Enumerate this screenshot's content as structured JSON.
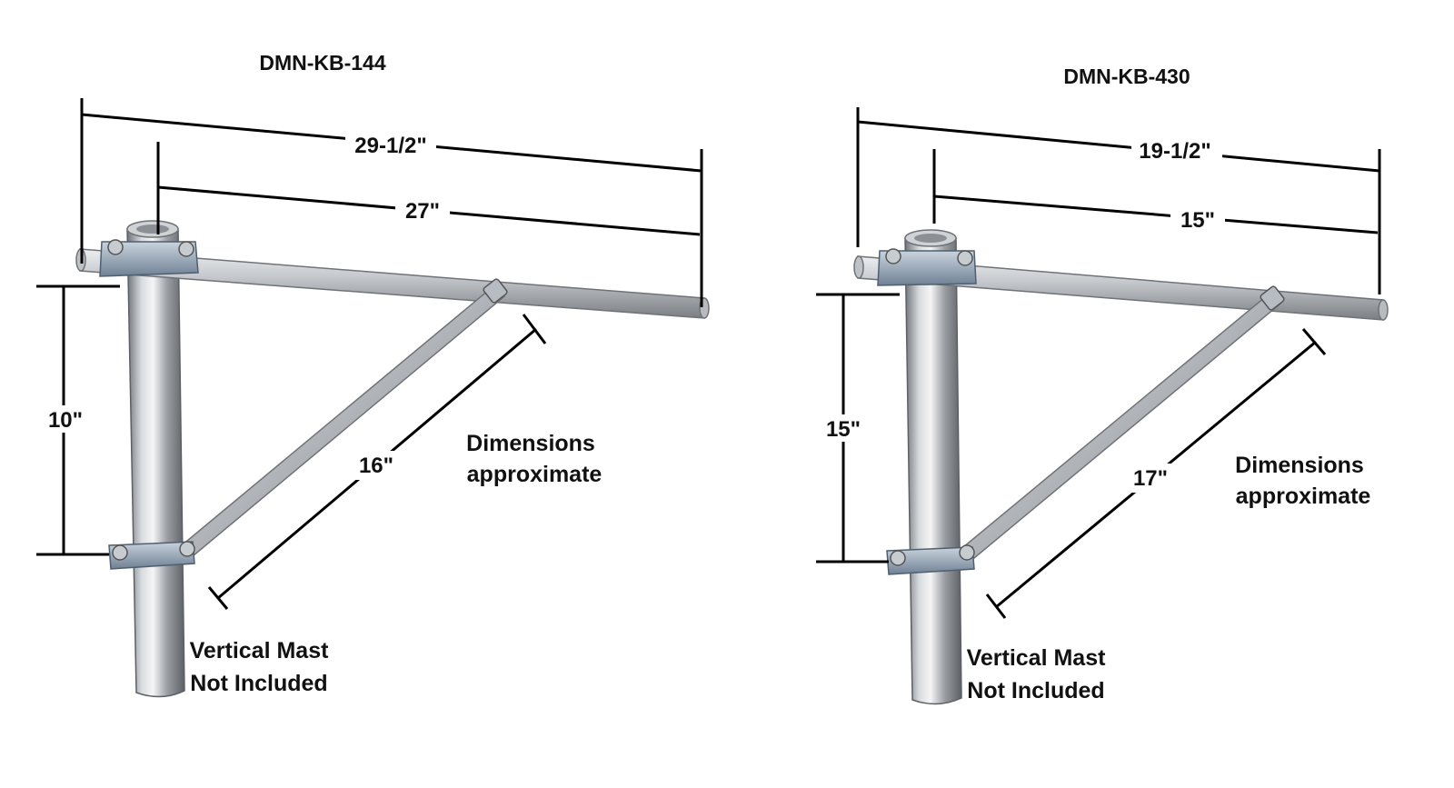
{
  "brackets": [
    {
      "model": "DMN-KB-144",
      "overall_length": "29-1/2\"",
      "arm_length": "27\"",
      "vertical_spacing": "10\"",
      "brace_length": "16\"",
      "note_line1": "Dimensions",
      "note_line2": "approximate",
      "mast_line1": "Vertical Mast",
      "mast_line2": "Not Included"
    },
    {
      "model": "DMN-KB-430",
      "overall_length": "19-1/2\"",
      "arm_length": "15\"",
      "vertical_spacing": "15\"",
      "brace_length": "17\"",
      "note_line1": "Dimensions",
      "note_line2": "approximate",
      "mast_line1": "Vertical Mast",
      "mast_line2": "Not Included"
    }
  ],
  "colors": {
    "aluminum_light": "#e6e8ea",
    "aluminum_mid": "#a9adb1",
    "aluminum_dark": "#6f7378",
    "clamp_blue": "#8fa3b8",
    "line": "#000000"
  }
}
